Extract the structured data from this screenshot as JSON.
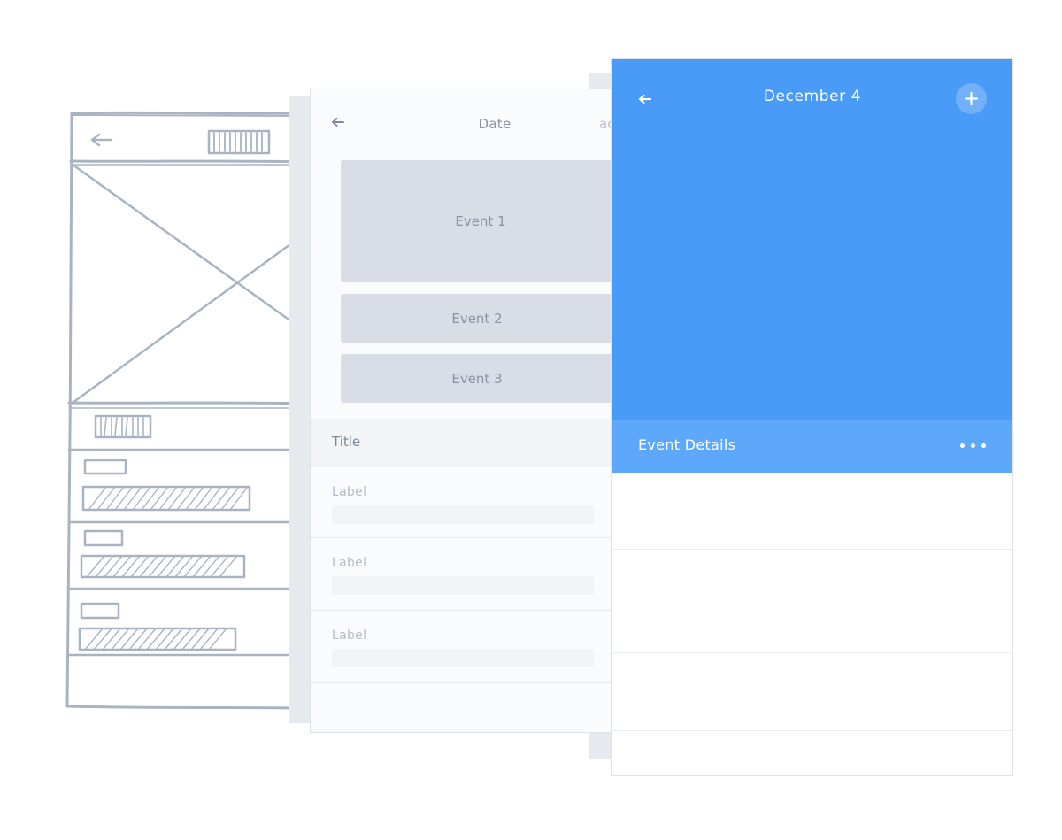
{
  "middle_mockup": {
    "title": "Date",
    "cut_text": "ac",
    "events": [
      "Event 1",
      "Event 2",
      "Event 3"
    ],
    "section_title": "Title",
    "fields": [
      "Label",
      "Label",
      "Label"
    ]
  },
  "right_mockup": {
    "date": "December 4",
    "details_label": "Event Details",
    "accent_color": "#4a9af7",
    "details_color": "#5ea8fb"
  },
  "icons": {
    "back": "arrow-left-icon",
    "add": "plus-icon",
    "more": "more-dots-icon"
  }
}
